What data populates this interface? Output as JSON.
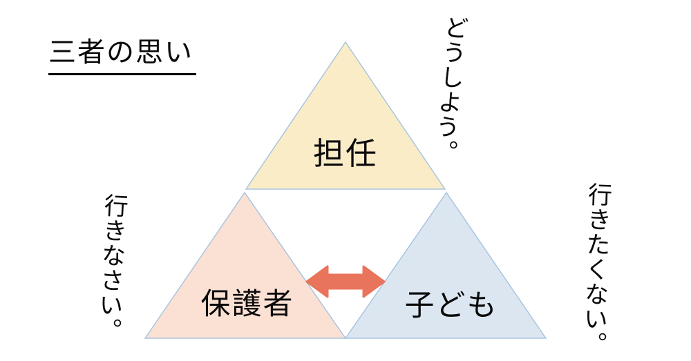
{
  "title": "三者の思い",
  "diagram": {
    "border_color": "#A9C5DF",
    "arrow_color": "#E8745C",
    "teacher": {
      "label": "担任",
      "fill": "#FBECC8",
      "thought": "どうしよう。"
    },
    "parent": {
      "label": "保護者",
      "fill": "#FBE0D4",
      "thought": "行きなさい。"
    },
    "child": {
      "label": "子ども",
      "fill": "#DBE6F1",
      "thought": "行きたくない。"
    }
  }
}
